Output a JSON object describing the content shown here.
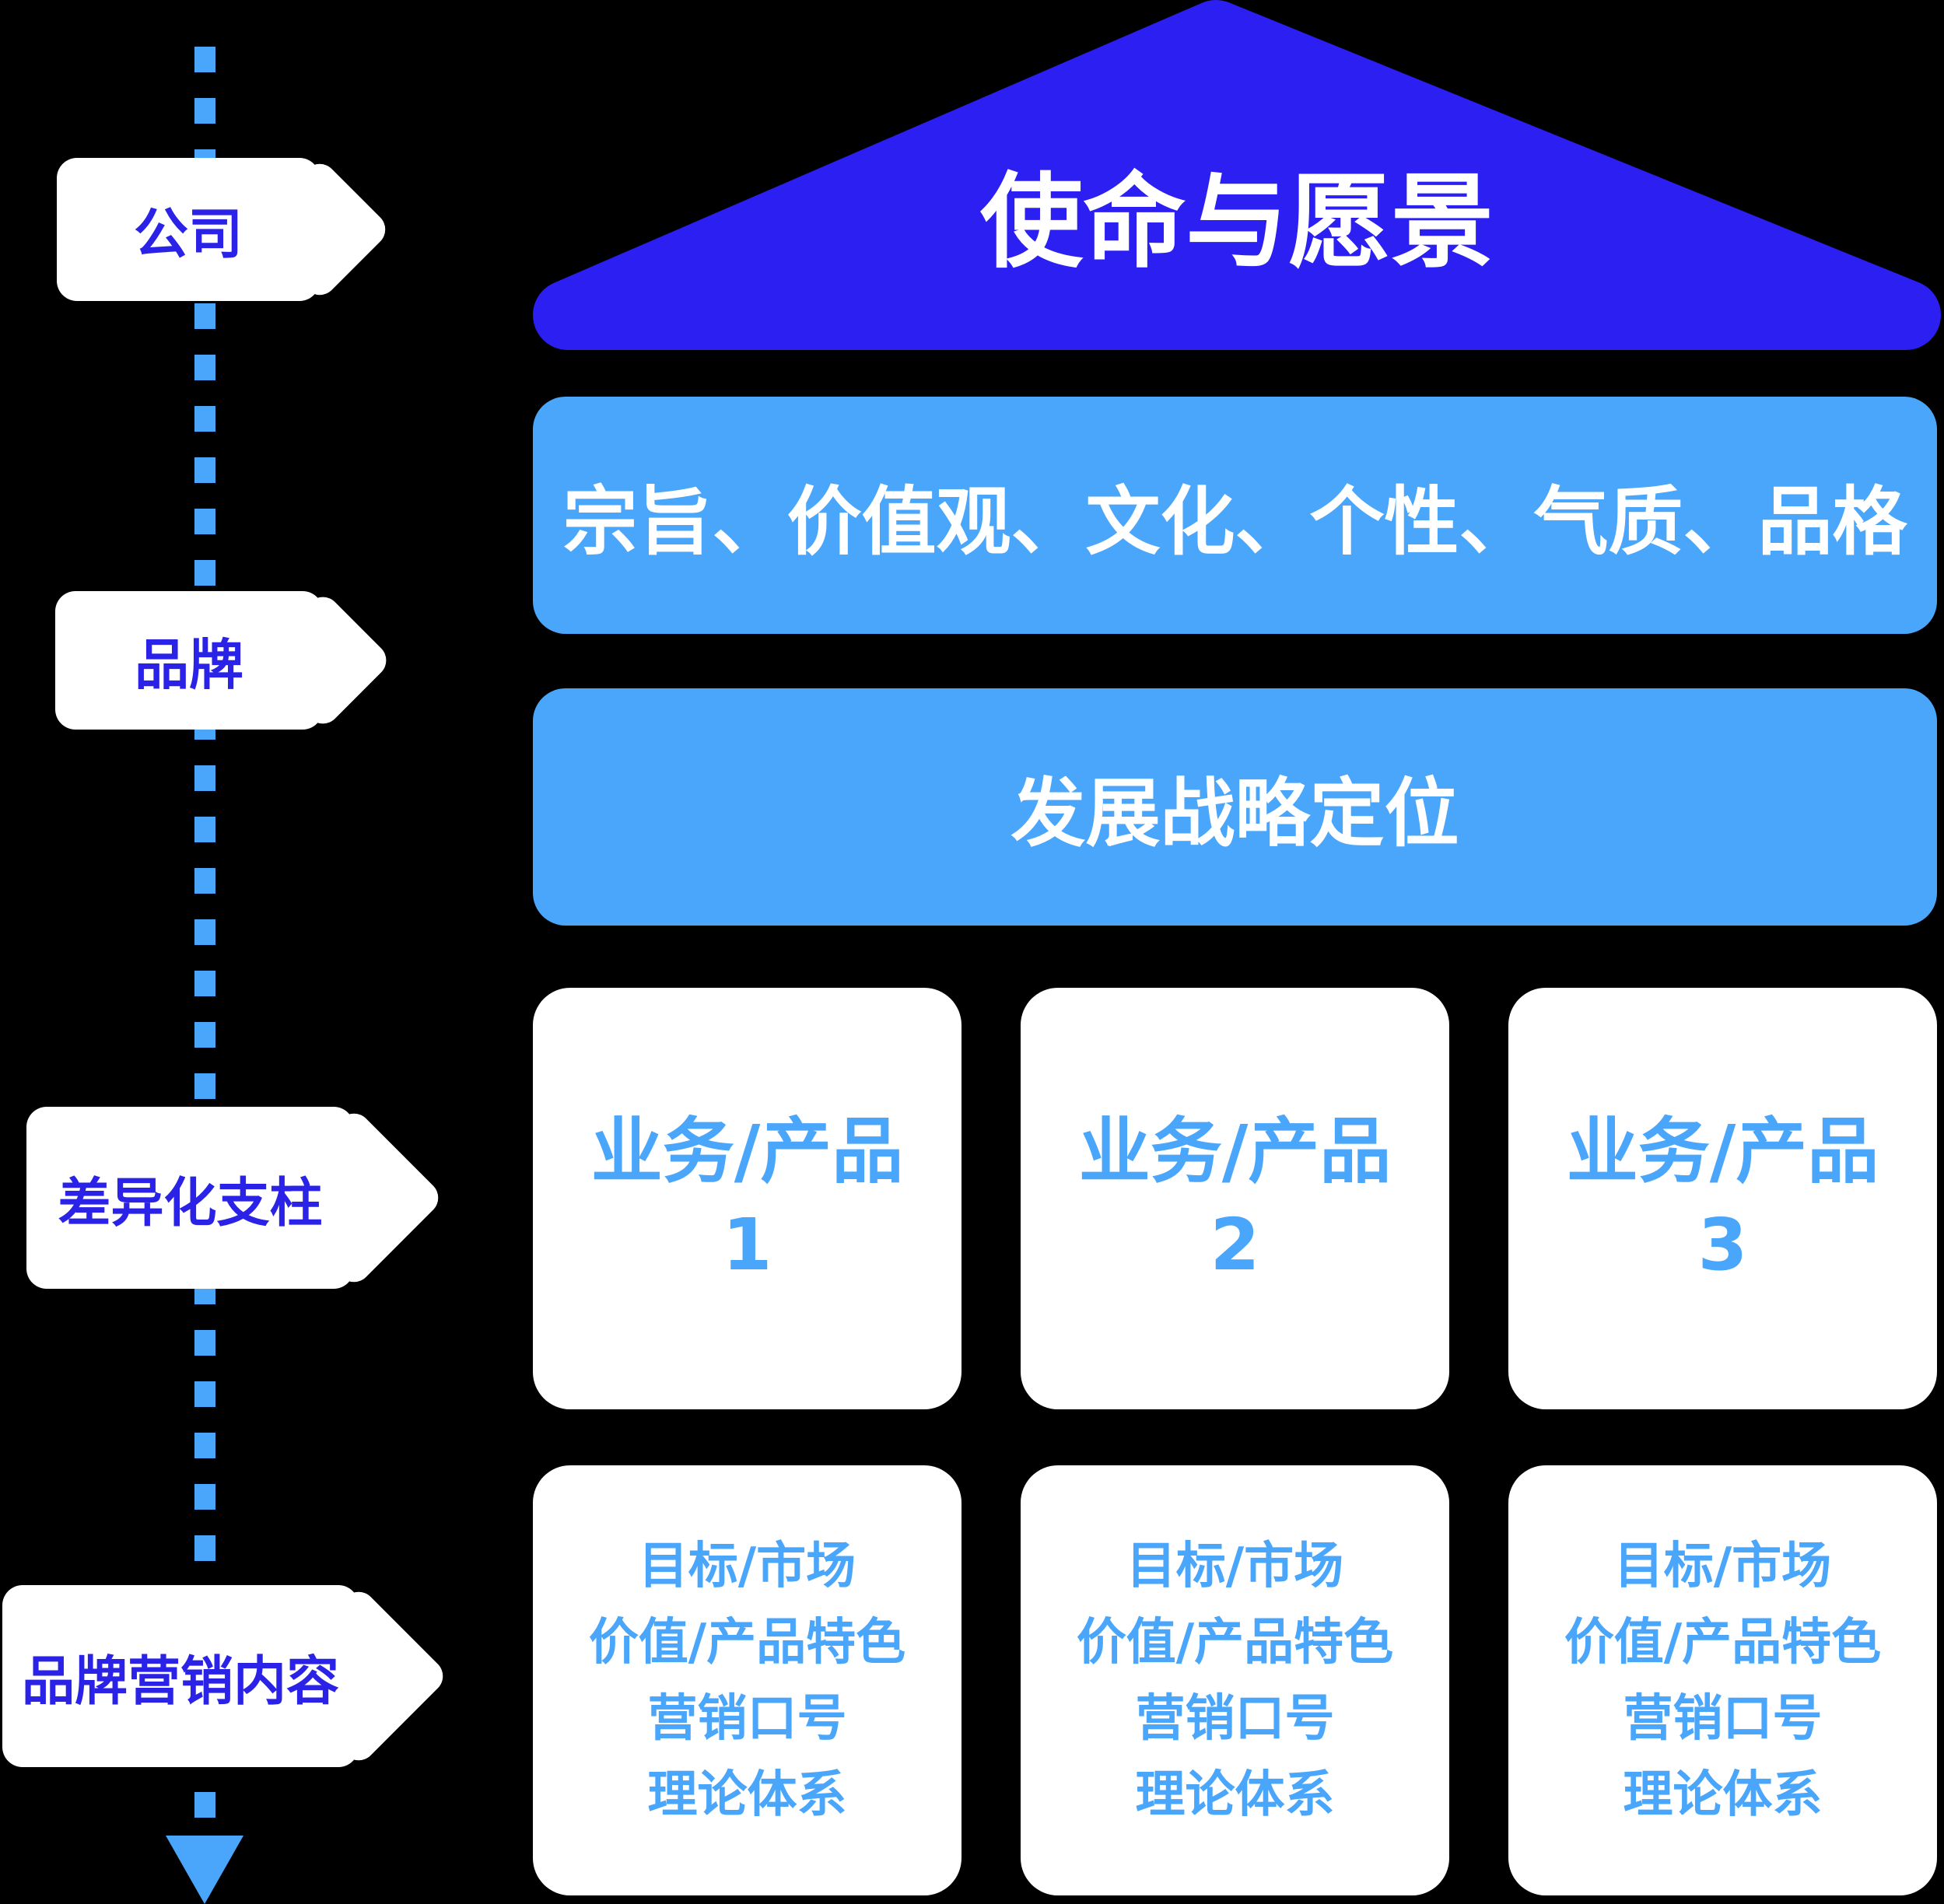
{
  "colors": {
    "background": "#000000",
    "roof_blue": "#2B1FF2",
    "light_blue": "#4AA6FB",
    "tag_text_blue": "#2B22E8",
    "box_background": "#FFFFFF"
  },
  "timeline": {
    "tags": [
      {
        "label": "公司"
      },
      {
        "label": "品牌"
      },
      {
        "label": "差异化支柱"
      },
      {
        "label": "品牌营销内容"
      }
    ],
    "arrow_icon": "down-arrow"
  },
  "roof": {
    "title": "使命与愿景"
  },
  "bars": [
    {
      "text": "宗旨、价值观、文化、个性、气质、品格"
    },
    {
      "text": "发展战略定位"
    }
  ],
  "pillars": [
    {
      "title": "业务/产品",
      "number": "1"
    },
    {
      "title": "业务/产品",
      "number": "2"
    },
    {
      "title": "业务/产品",
      "number": "3"
    }
  ],
  "marketing_boxes": [
    {
      "lines": [
        "目标/市场",
        "价值/产品特色",
        "营销口号",
        "理论体系"
      ]
    },
    {
      "lines": [
        "目标/市场",
        "价值/产品特色",
        "营销口号",
        "理论体系"
      ]
    },
    {
      "lines": [
        "目标/市场",
        "价值/产品特色",
        "营销口号",
        "理论体系"
      ]
    }
  ]
}
